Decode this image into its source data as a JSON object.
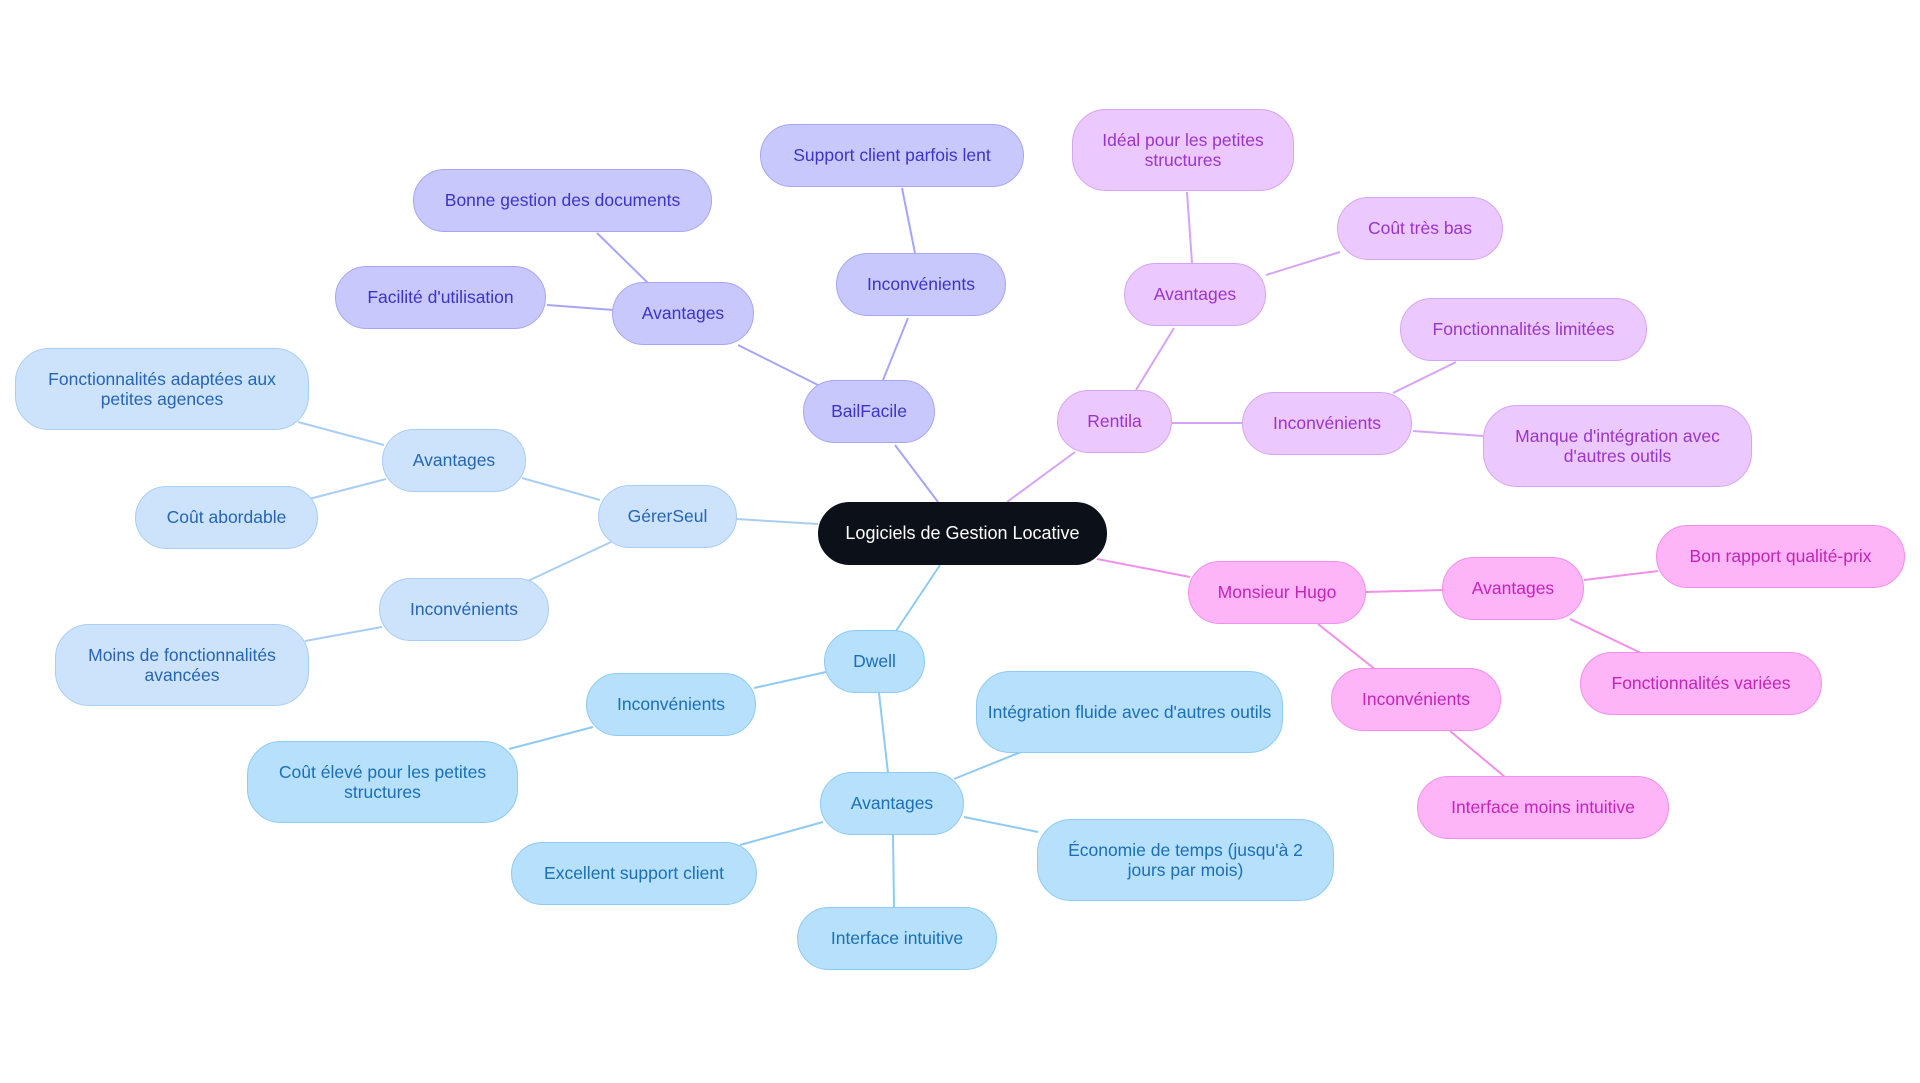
{
  "root": {
    "label": "Logiciels de Gestion Locative"
  },
  "branches": [
    {
      "label": "BailFacile",
      "avantages": {
        "label": "Avantages",
        "items": [
          "Bonne gestion des documents",
          "Facilité d'utilisation"
        ]
      },
      "inconvenients": {
        "label": "Inconvénients",
        "items": [
          "Support client parfois lent"
        ]
      }
    },
    {
      "label": "Rentila",
      "avantages": {
        "label": "Avantages",
        "items": [
          "Idéal pour les petites structures",
          "Coût très bas"
        ]
      },
      "inconvenients": {
        "label": "Inconvénients",
        "items": [
          "Fonctionnalités limitées",
          "Manque d'intégration avec d'autres outils"
        ]
      }
    },
    {
      "label": "Monsieur Hugo",
      "avantages": {
        "label": "Avantages",
        "items": [
          "Bon rapport qualité-prix",
          "Fonctionnalités variées"
        ]
      },
      "inconvenients": {
        "label": "Inconvénients",
        "items": [
          "Interface moins intuitive"
        ]
      }
    },
    {
      "label": "Dwell",
      "avantages": {
        "label": "Avantages",
        "items": [
          "Intégration fluide avec d'autres outils",
          "Économie de temps (jusqu'à 2 jours par mois)",
          "Interface intuitive",
          "Excellent support client"
        ]
      },
      "inconvenients": {
        "label": "Inconvénients",
        "items": [
          "Coût élevé pour les petites structures"
        ]
      }
    },
    {
      "label": "GérerSeul",
      "avantages": {
        "label": "Avantages",
        "items": [
          "Fonctionnalités adaptées aux petites agences",
          "Coût abordable"
        ]
      },
      "inconvenients": {
        "label": "Inconvénients",
        "items": [
          "Moins de fonctionnalités avancées"
        ]
      }
    }
  ],
  "colors": {
    "BailFacile": "#a7a5f5",
    "Rentila": "#d6a4f6",
    "Monsieur Hugo": "#f38fe9",
    "Dwell": "#8ecaf3",
    "GérerSeul": "#a9cdf3"
  }
}
